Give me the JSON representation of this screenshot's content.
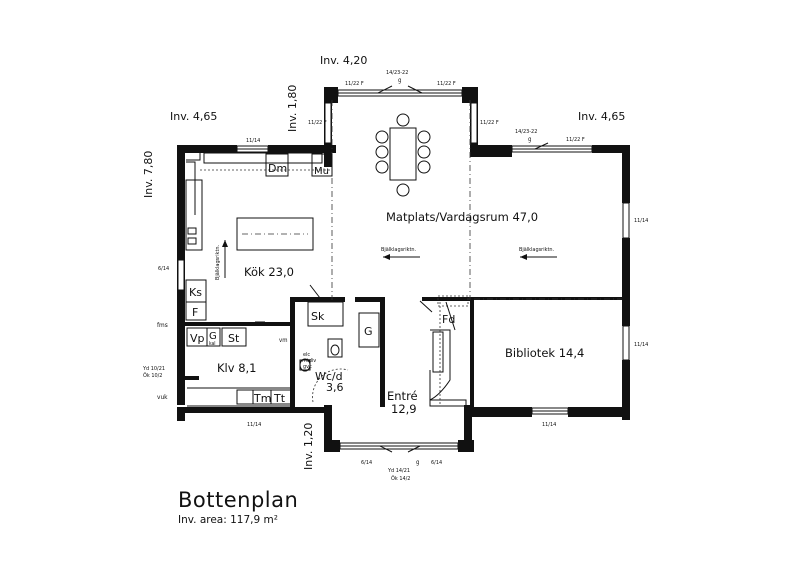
{
  "title": "Bottenplan",
  "area": "Inv. area: 117,9 m²",
  "rooms": {
    "matplats": "Matplats/Vardagsrum 47,0",
    "kok": "Kök 23,0",
    "bibliotek": "Bibliotek 14,4",
    "klv": "Klv 8,1",
    "wc_name": "Wc/d",
    "wc_size": "3,6",
    "entre_name": "Entré",
    "entre_size": "12,9"
  },
  "fixtures": {
    "dm": "Dm",
    "mu": "Mu",
    "ks": "Ks",
    "f": "F",
    "vp": "Vp",
    "g1": "G",
    "st": "St",
    "sk": "Sk",
    "g2": "G",
    "fd": "Fd",
    "tm": "Tm",
    "tt": "Tt",
    "kal": "kal",
    "vm": "vm",
    "fms": "fms",
    "vuk": "vuk",
    "wc_notes": [
      "elc",
      "mtdiv",
      "gvc"
    ]
  },
  "heights": {
    "h420": "Inv. 4,20",
    "h465_left": "Inv. 4,65",
    "h465_right": "Inv. 4,65",
    "h780": "Inv. 7,80",
    "h180": "Inv. 1,80",
    "h120": "Inv. 1,20"
  },
  "windows": {
    "top_left": "11/22 F",
    "top_center": "14/23-22",
    "top_center_g": "g",
    "top_right": "11/22 F",
    "left_upper": "11/22 F",
    "right_upper": "11/22 F",
    "right_center": "14/23-22",
    "right_center_g": "g",
    "right_far": "11/22 F",
    "kok_top": "11/14",
    "kok_left": "6/14",
    "right_side_top": "11/14",
    "right_side_bottom": "11/14",
    "bottom_left": "11/14",
    "bottom_right": "11/14",
    "entre_left": "6/14",
    "entre_right": "6/14",
    "door_line1": "Yd 14/21",
    "door_line2": "Ök 14/2",
    "door_g": "g",
    "side_door_line1": "Yd 10/21",
    "side_door_line2": "Ök 10/2"
  },
  "notes": {
    "beam": "Bjälklagsriktn."
  }
}
